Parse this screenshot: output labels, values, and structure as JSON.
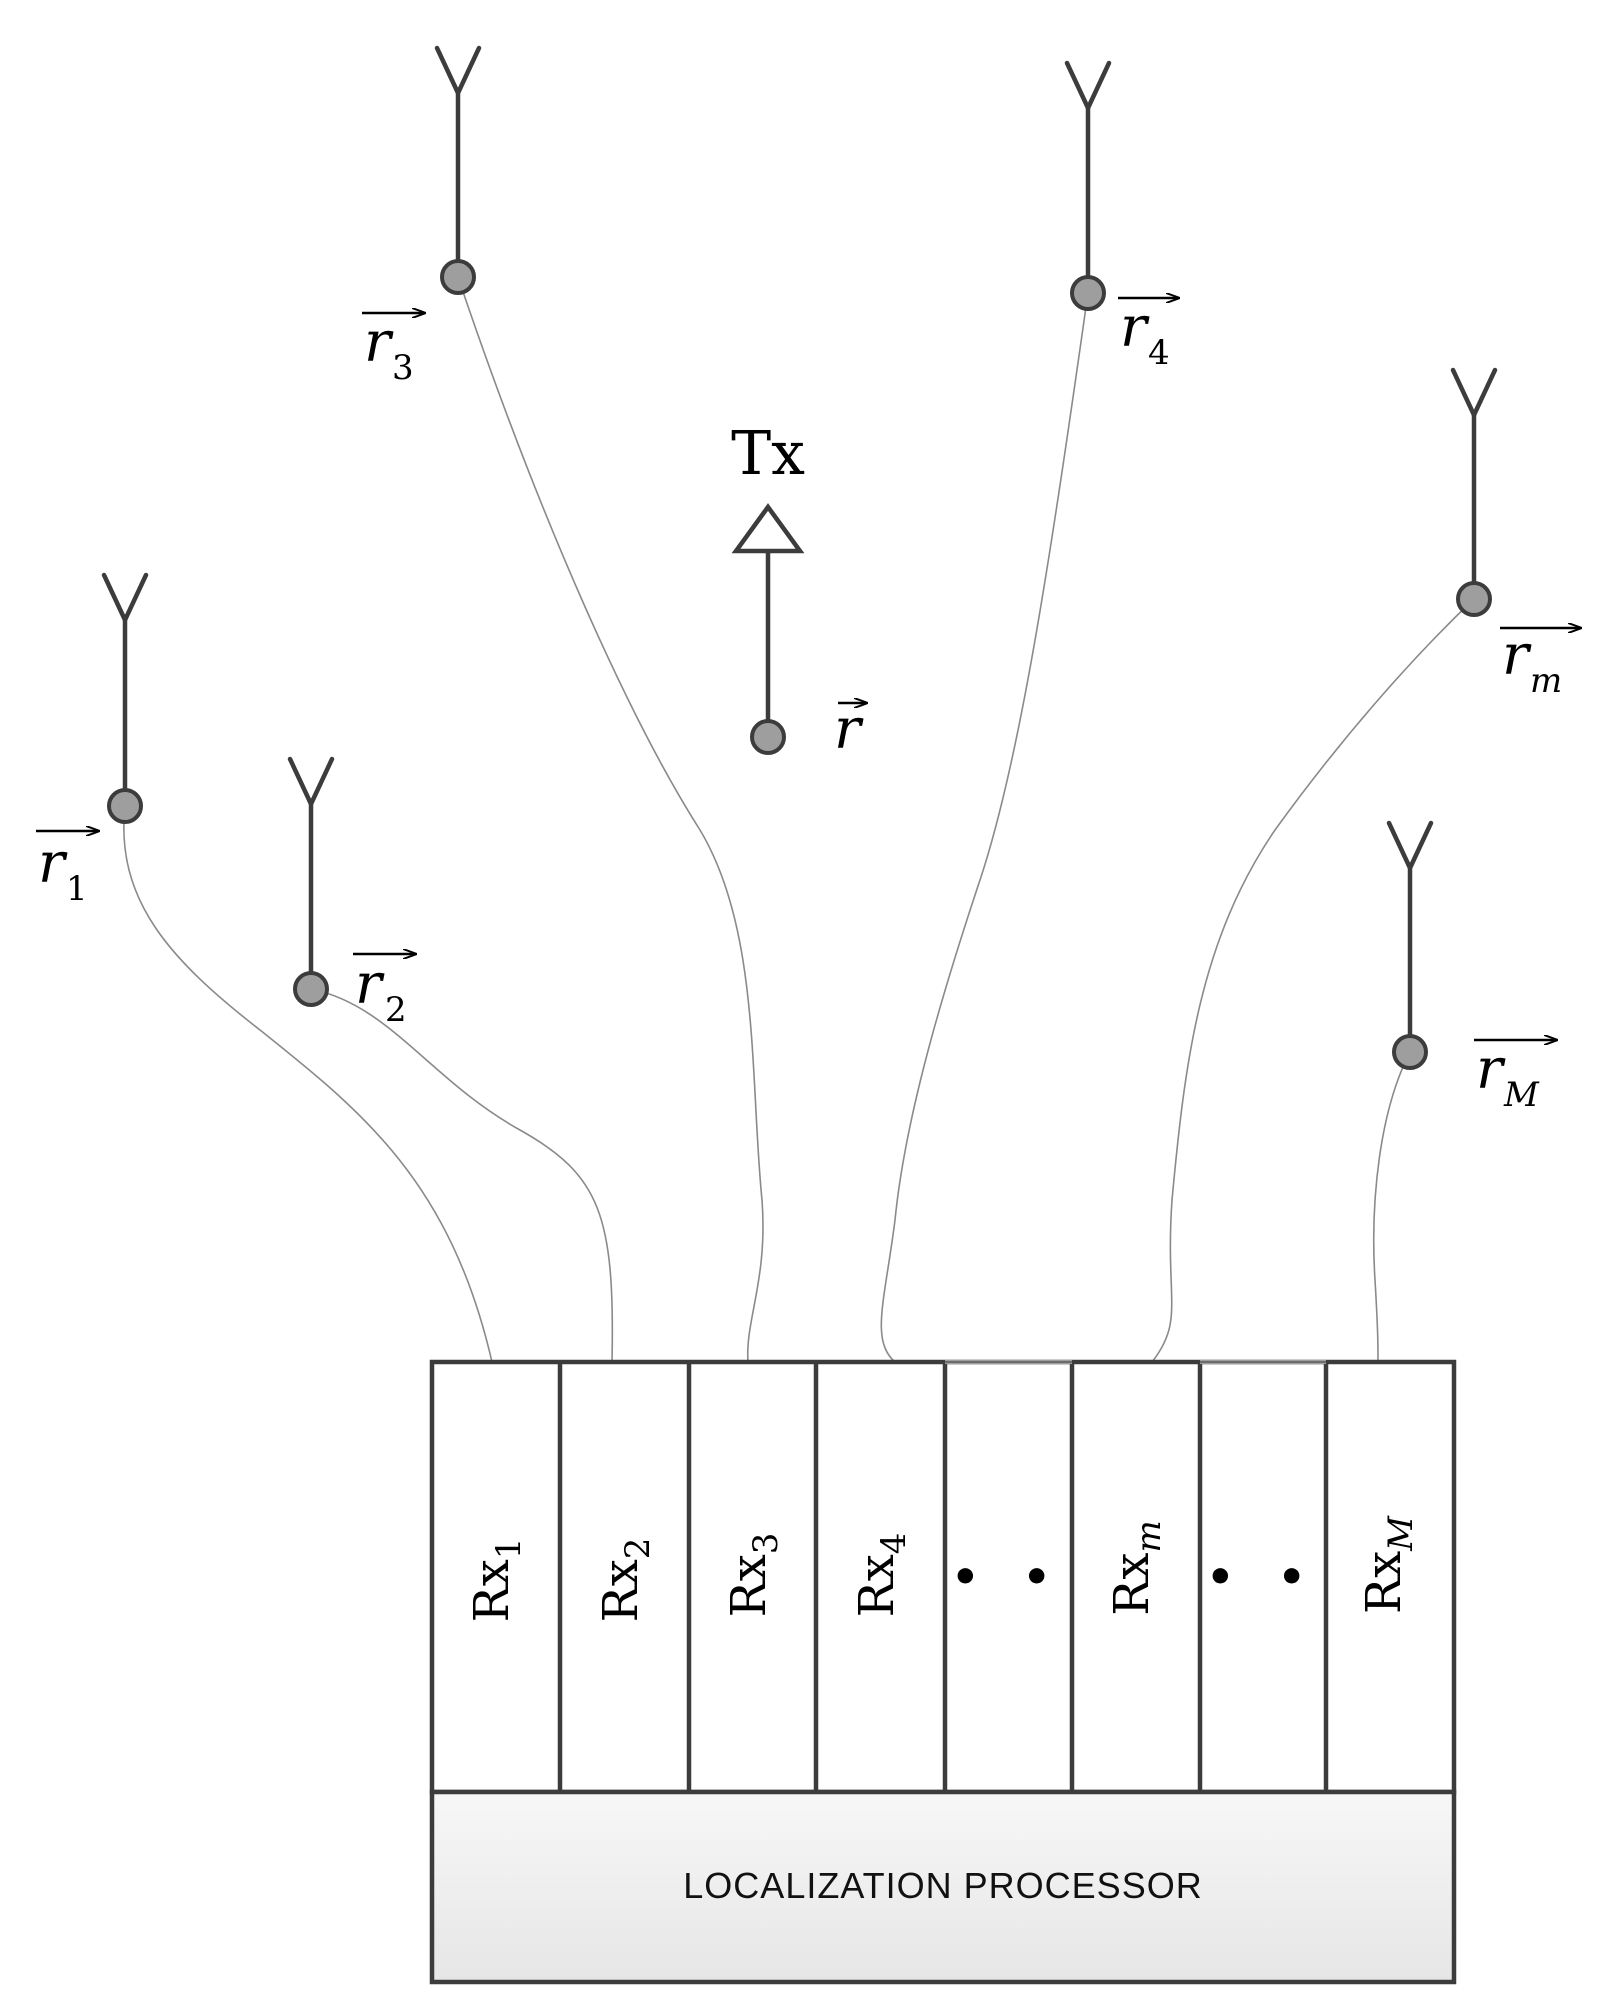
{
  "transmitter": {
    "label": "Tx",
    "position_label": "r"
  },
  "antennas": [
    {
      "id": "1",
      "label": "r",
      "sub": "1",
      "sub_italic": false
    },
    {
      "id": "2",
      "label": "r",
      "sub": "2",
      "sub_italic": false
    },
    {
      "id": "3",
      "label": "r",
      "sub": "3",
      "sub_italic": false
    },
    {
      "id": "4",
      "label": "r",
      "sub": "4",
      "sub_italic": false
    },
    {
      "id": "m",
      "label": "r",
      "sub": "m",
      "sub_italic": true
    },
    {
      "id": "M",
      "label": "r",
      "sub": "M",
      "sub_italic": true
    }
  ],
  "receivers": [
    {
      "label": "Rx",
      "sub": "1",
      "sub_italic": false
    },
    {
      "label": "Rx",
      "sub": "2",
      "sub_italic": false
    },
    {
      "label": "Rx",
      "sub": "3",
      "sub_italic": false
    },
    {
      "label": "Rx",
      "sub": "4",
      "sub_italic": false
    },
    {
      "label": "• •",
      "sub": "",
      "ellipsis": true
    },
    {
      "label": "Rx",
      "sub": "m",
      "sub_italic": true
    },
    {
      "label": "• •",
      "sub": "",
      "ellipsis": true
    },
    {
      "label": "Rx",
      "sub": "M",
      "sub_italic": true
    }
  ],
  "processor": {
    "label": "LOCALIZATION PROCESSOR"
  },
  "colors": {
    "stroke": "#3c3c3c",
    "node_fill": "#9e9e9e",
    "cable": "#8a8a8a",
    "processor_fill": "#f1f1f1"
  }
}
